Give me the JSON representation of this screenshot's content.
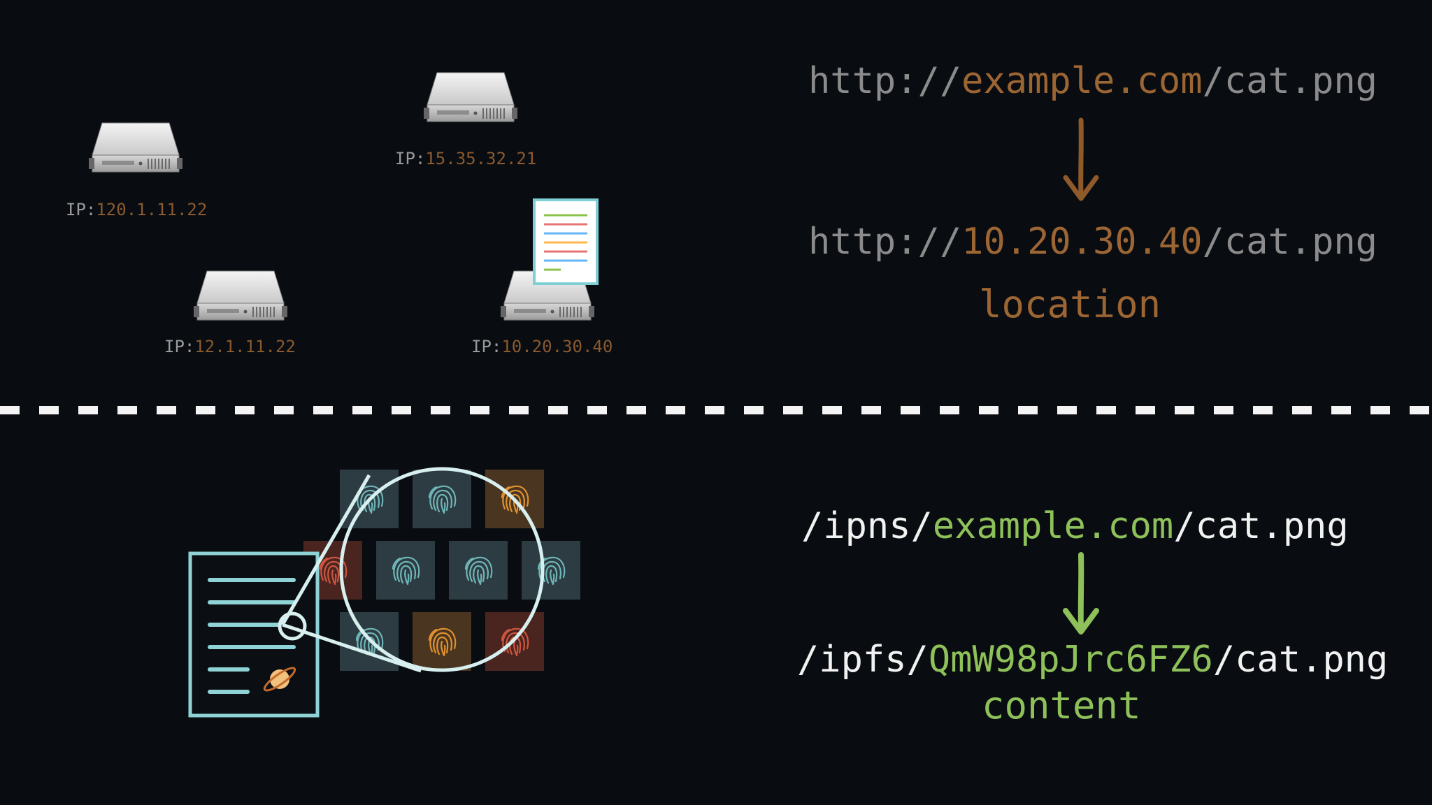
{
  "servers": [
    {
      "ip_prefix": "IP:",
      "ip": "120.1.11.22"
    },
    {
      "ip_prefix": "IP:",
      "ip": "15.35.32.21"
    },
    {
      "ip_prefix": "IP:",
      "ip": "12.1.11.22"
    },
    {
      "ip_prefix": "IP:",
      "ip": "10.20.30.40"
    }
  ],
  "location": {
    "url1": {
      "scheme": "http://",
      "host": "example.com",
      "path": "/cat.png"
    },
    "url2": {
      "scheme": "http://",
      "host": "10.20.30.40",
      "path": "/cat.png"
    },
    "caption": "location"
  },
  "content": {
    "url1": {
      "scheme": "/ipns/",
      "host": "example.com",
      "path": "/cat.png"
    },
    "url2": {
      "scheme": "/ipfs/",
      "host": "QmW98pJrc6FZ6",
      "path": "/cat.png"
    },
    "caption": "content"
  },
  "colors": {
    "background": "#090c10",
    "location_accent": "#9c6534",
    "content_accent": "#8fc15a",
    "divider": "#f4f4f4",
    "teal": "#8fd3d6"
  },
  "icons": [
    "server-icon",
    "document-icon",
    "fingerprint-icon",
    "magnifier-icon",
    "planet-icon",
    "arrow-down-icon"
  ]
}
